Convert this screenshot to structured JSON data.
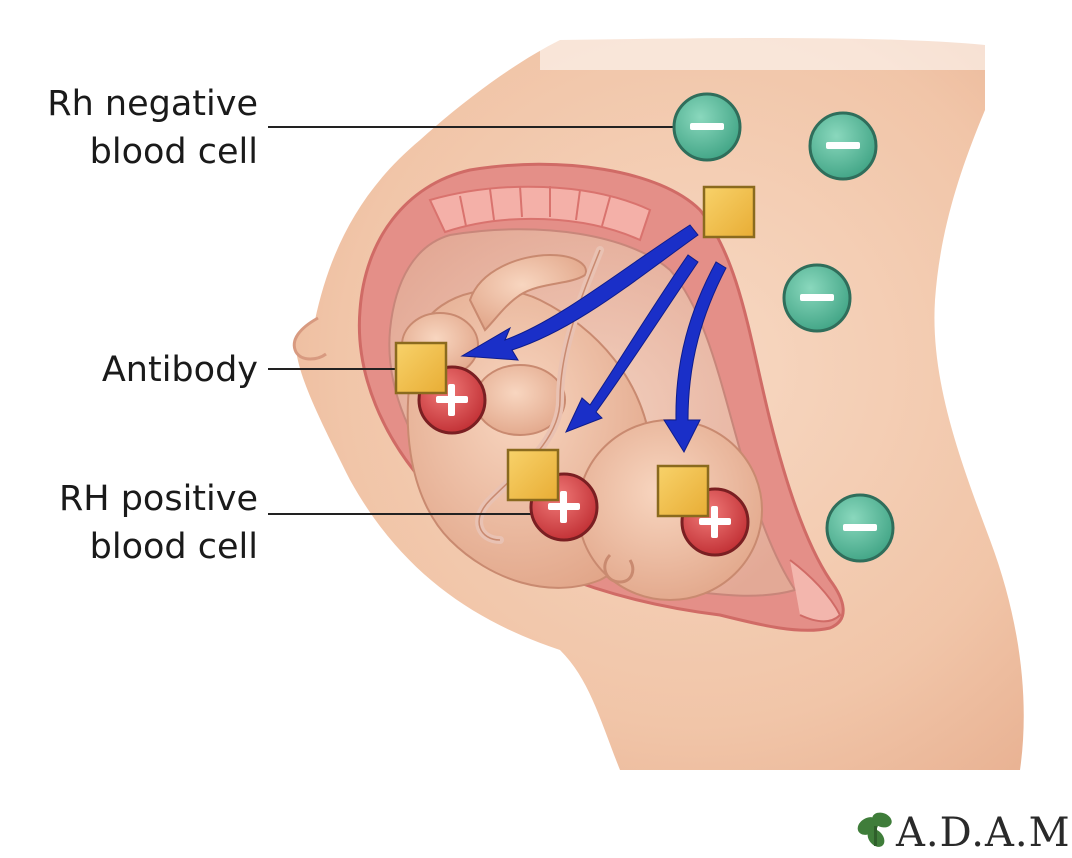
{
  "labels": {
    "rh_negative": {
      "line1": "Rh negative",
      "line2": "blood cell"
    },
    "antibody": "Antibody",
    "rh_positive": {
      "line1": "RH positive",
      "line2": "blood cell"
    }
  },
  "cells": {
    "negative_symbol": "−",
    "positive_symbol": "+"
  },
  "logo": {
    "text": "A.D.A.M."
  },
  "colors": {
    "negative_cell": "#5fbfa0",
    "positive_cell": "#d9484b",
    "antibody": "#f2bf4c",
    "arrow": "#1a2fc8",
    "skin": "#f2c9ad",
    "uterus_wall": "#e68a86"
  }
}
